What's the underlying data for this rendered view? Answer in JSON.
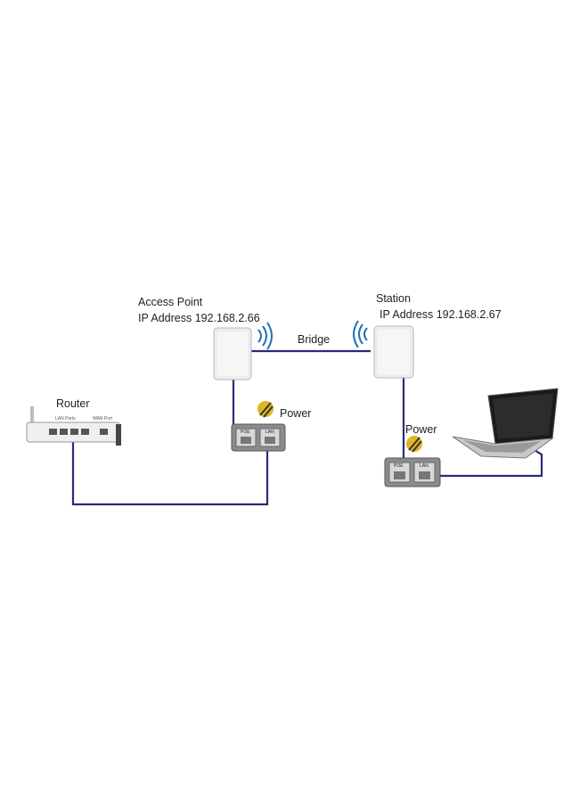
{
  "access_point": {
    "title": "Access Point",
    "ip": "IP Address 192.168.2.66"
  },
  "station": {
    "title": "Station",
    "ip": "IP Address 192.168.2.67"
  },
  "bridge_label": "Bridge",
  "router_label": "Router",
  "router_port_labels": {
    "lan": "LAN Ports",
    "wan": "WAN Port"
  },
  "power_label_left": "Power",
  "power_label_right": "Power",
  "injector_ports": {
    "poe": "POE",
    "lan": "LAN"
  },
  "colors": {
    "cable": "#2a2a7a",
    "device": "#ededed",
    "injector": "#8c8c8c",
    "signal": "#1f6fb5"
  }
}
